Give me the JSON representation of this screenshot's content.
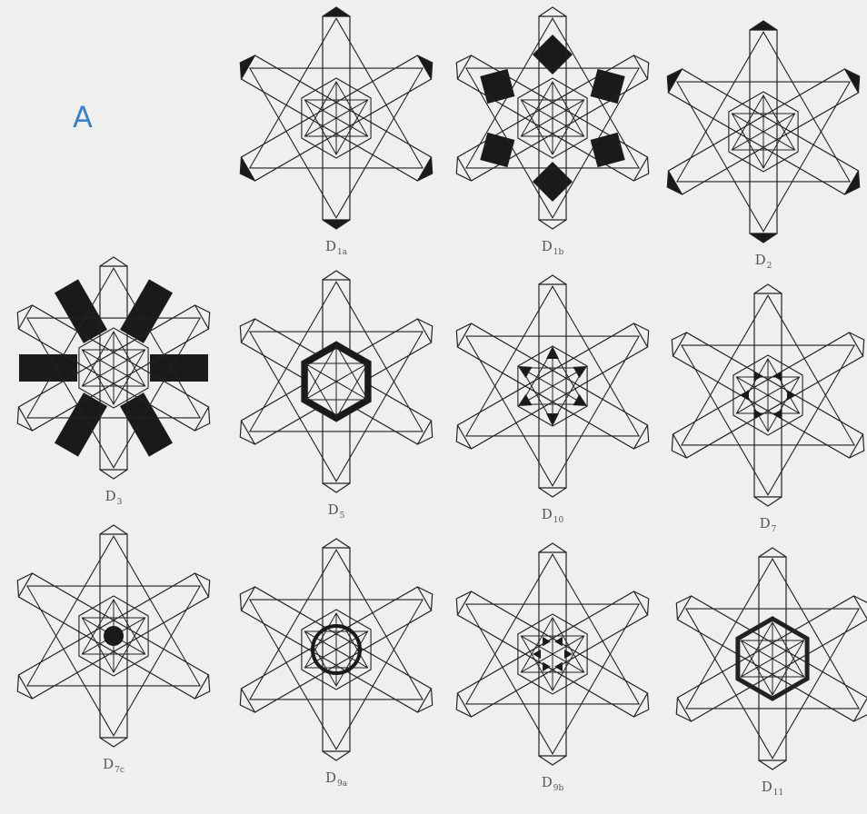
{
  "panel_label": "A",
  "colors": {
    "line": "#222222",
    "fill": "#1a1a1a",
    "background": "#efefed",
    "panel_label": "#3a82c4"
  },
  "figures": [
    {
      "base": "D",
      "sub": "1a",
      "shade": "tips"
    },
    {
      "base": "D",
      "sub": "1b",
      "shade": "rhombi"
    },
    {
      "base": "D",
      "sub": "2",
      "shade": "corners"
    },
    {
      "base": "D",
      "sub": "3",
      "shade": "bars"
    },
    {
      "base": "D",
      "sub": "5",
      "shade": "hex-ring"
    },
    {
      "base": "D",
      "sub": "10",
      "shade": "star-points"
    },
    {
      "base": "D",
      "sub": "7",
      "shade": "inner-triangles"
    },
    {
      "base": "D",
      "sub": "7c",
      "shade": "center-disc"
    },
    {
      "base": "D",
      "sub": "9a",
      "shade": "inner-ring"
    },
    {
      "base": "D",
      "sub": "9b",
      "shade": "inner-star"
    },
    {
      "base": "D",
      "sub": "11",
      "shade": "thick-hex"
    }
  ]
}
